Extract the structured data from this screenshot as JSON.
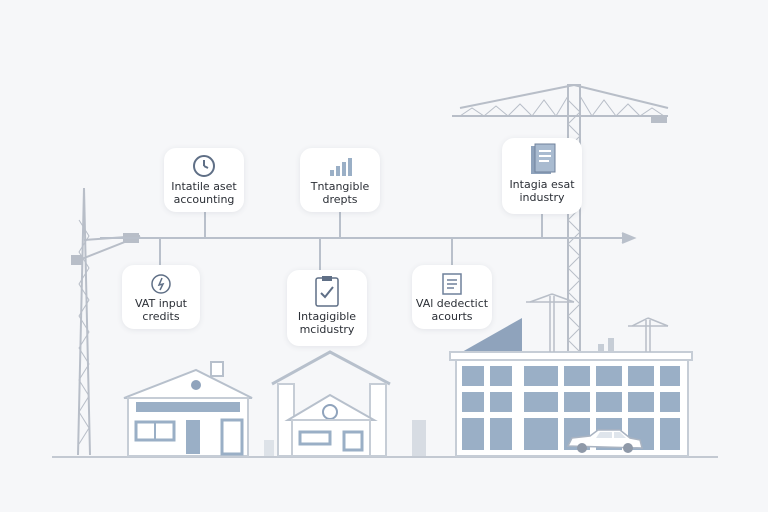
{
  "colors": {
    "background": "#f6f7f9",
    "line": "#b9c0cb",
    "building_fill": "#ffffff",
    "window_fill": "#9aafc6",
    "roof_fill": "#8fa3bc",
    "crane": "#b8bec8",
    "text": "#2b2f36"
  },
  "cards": [
    {
      "id": "intangible-asset-accounting",
      "icon": "clock-icon",
      "label": "Intatile aset\naccounting"
    },
    {
      "id": "intangible-credits",
      "icon": "bar-chart-icon",
      "label": "Tntangible\ndrepts"
    },
    {
      "id": "intangible-cost-industry",
      "icon": "document-icon",
      "label": "Intagia esat\nindustry"
    },
    {
      "id": "vat-input-credits",
      "icon": "dollar-icon",
      "label": "VAT input\ncredits"
    },
    {
      "id": "intangible-mcidustry",
      "icon": "checklist-icon",
      "label": "Intagigible\nmcidustry"
    },
    {
      "id": "vat-deductible-accounts",
      "icon": "ledger-icon",
      "label": "VAl dedectict\nacourts"
    }
  ]
}
